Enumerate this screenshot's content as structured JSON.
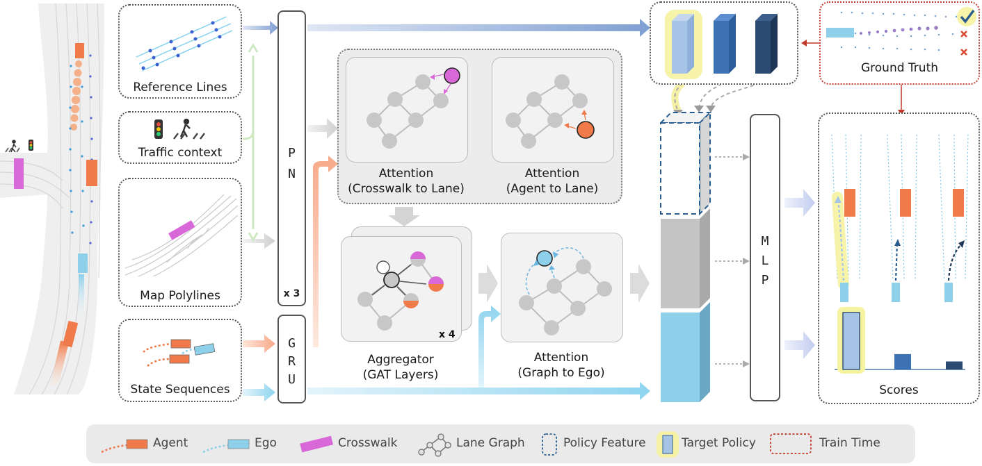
{
  "inputs": {
    "reference_lines": "Reference Lines",
    "traffic_context": "Traffic context",
    "map_polylines": "Map Polylines",
    "state_sequences": "State Sequences"
  },
  "encoders": {
    "pn": [
      "P",
      "N"
    ],
    "pn_repeat": "x 3",
    "gru": [
      "G",
      "R",
      "U"
    ],
    "mlp": [
      "M",
      "L",
      "P"
    ]
  },
  "attention": {
    "crosswalk_to_lane": [
      "Attention",
      "(Crosswalk to Lane)"
    ],
    "agent_to_lane": [
      "Attention",
      "(Agent to Lane)"
    ],
    "graph_to_ego": [
      "Attention",
      "(Graph to Ego)"
    ]
  },
  "aggregator": {
    "title": [
      "Aggregator",
      "(GAT Layers)"
    ],
    "repeat": "x 4"
  },
  "ground_truth": "Ground Truth",
  "scores_label": "Scores",
  "scores": [
    1.0,
    0.27,
    0.14
  ],
  "legend": {
    "agent": "Agent",
    "ego": "Ego",
    "crosswalk": "Crosswalk",
    "lane_graph": "Lane Graph",
    "policy_feature": "Policy Feature",
    "target_policy": "Target Policy",
    "train_time": "Train Time"
  },
  "colors": {
    "agent": "#f07a4a",
    "ego": "#8ecfea",
    "crosswalk": "#d868d8",
    "target_policy": "#a6c4e6",
    "policy_blue": "#3c72b4",
    "policy_dark": "#2a4a72",
    "train_time": "#c0392b",
    "highlight": "#f6f3a0"
  }
}
